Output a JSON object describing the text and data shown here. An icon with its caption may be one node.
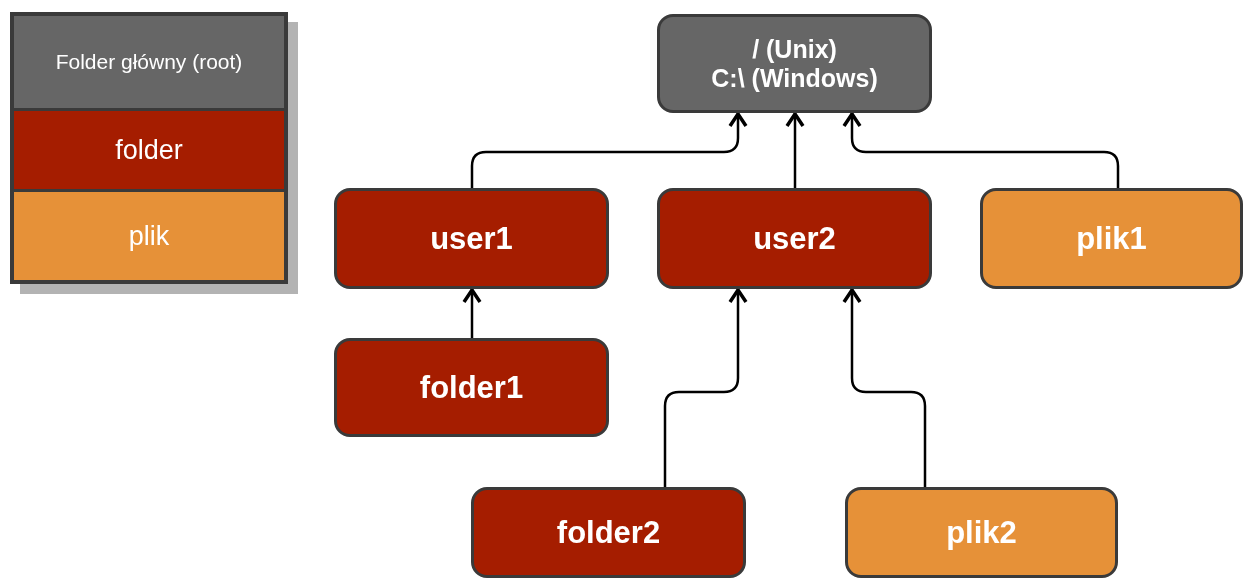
{
  "diagram": {
    "nodes": [
      {
        "text": [
          "/ (Unix)",
          "C:\\ (Windows)"
        ]
      },
      {
        "text": [
          "user1"
        ]
      },
      {
        "text": [
          "user2"
        ]
      },
      {
        "text": [
          "plik1"
        ]
      },
      {
        "text": [
          "folder1"
        ]
      },
      {
        "text": [
          "folder2"
        ]
      },
      {
        "text": [
          "plik2"
        ]
      }
    ],
    "edges": [
      {
        "from": 1,
        "to": 0,
        "arrow": "to"
      },
      {
        "from": 2,
        "to": 0,
        "arrow": "to"
      },
      {
        "from": 3,
        "to": 0,
        "arrow": "to"
      },
      {
        "from": 4,
        "to": 1,
        "arrow": "to"
      },
      {
        "from": 5,
        "to": 2,
        "arrow": "to"
      },
      {
        "from": 6,
        "to": 2,
        "arrow": "to"
      }
    ],
    "legend": [
      {
        "text": "Folder główny (root)",
        "color": "#666666"
      },
      {
        "text": "folder",
        "color": "#a51d00"
      },
      {
        "text": "plik",
        "color": "#e69138"
      }
    ]
  }
}
